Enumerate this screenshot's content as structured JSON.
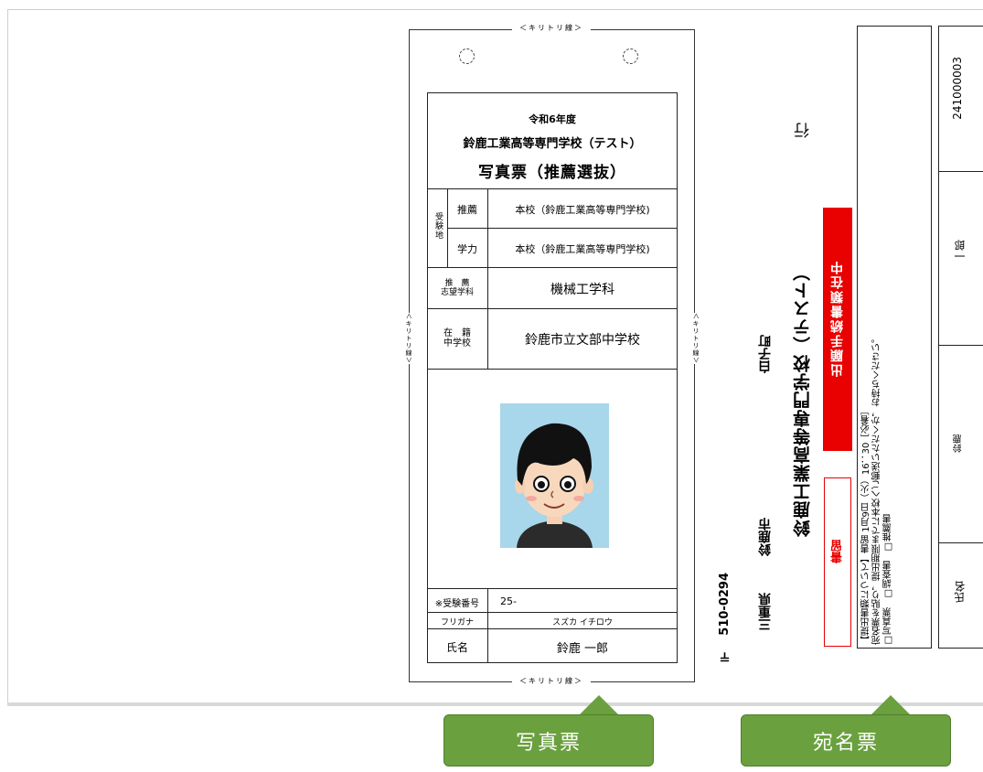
{
  "photo_card": {
    "cut_label_top": "＜キリトリ線＞",
    "cut_label_bottom": "＜キリトリ線＞",
    "cut_label_left": "＜キリトリ線＞",
    "cut_label_right": "＜キリトリ線＞",
    "year": "令和6年度",
    "school": "鈴鹿工業高等専門学校（テスト）",
    "card_title": "写真票（推薦選抜）",
    "exam_site_label": "受験地",
    "rows": [
      {
        "label": "推薦",
        "value": "本校（鈴鹿工業高等専門学校)"
      },
      {
        "label": "学力",
        "value": "本校（鈴鹿工業高等専門学校)"
      }
    ],
    "dept_label": "推　薦\n志望学科",
    "dept_value": "機械工学科",
    "school_label": "在　籍\n中学校",
    "school_value": "鈴鹿市立文部中学校",
    "exam_number_label": "※受験番号",
    "exam_number_value": "25-",
    "furigana_label": "フリガナ",
    "furigana_value": "スズカ イチロウ",
    "name_label": "氏名",
    "name_value": "鈴鹿 一郎"
  },
  "address_sheet": {
    "postal_mark": "〒",
    "postal_code": "510-0294",
    "prefecture": "三重県",
    "city": "鈴鹿市",
    "town": "白子町",
    "school_name": "鈴鹿工業高等専門学校（テスト）",
    "suffix": "行",
    "red_band": "出願手続書類在中",
    "stamp": "書留",
    "notes": "【提出書類について】書留 1月9日（火）16：30［必着］\n宛名票を貼り，提出期限までに本校へご郵送いただくか，お持ちください。\n□写真票　□調査書　□推薦書",
    "id_number": "241000003",
    "given_name": "一郎",
    "family_name": "鈴鹿",
    "name_label": "氏名"
  },
  "callouts": {
    "photo": "写真票",
    "address": "宛名票"
  },
  "colors": {
    "callout_green": "#6aa03e",
    "red_band": "#e90000",
    "photo_background": "#a8d6ea"
  }
}
